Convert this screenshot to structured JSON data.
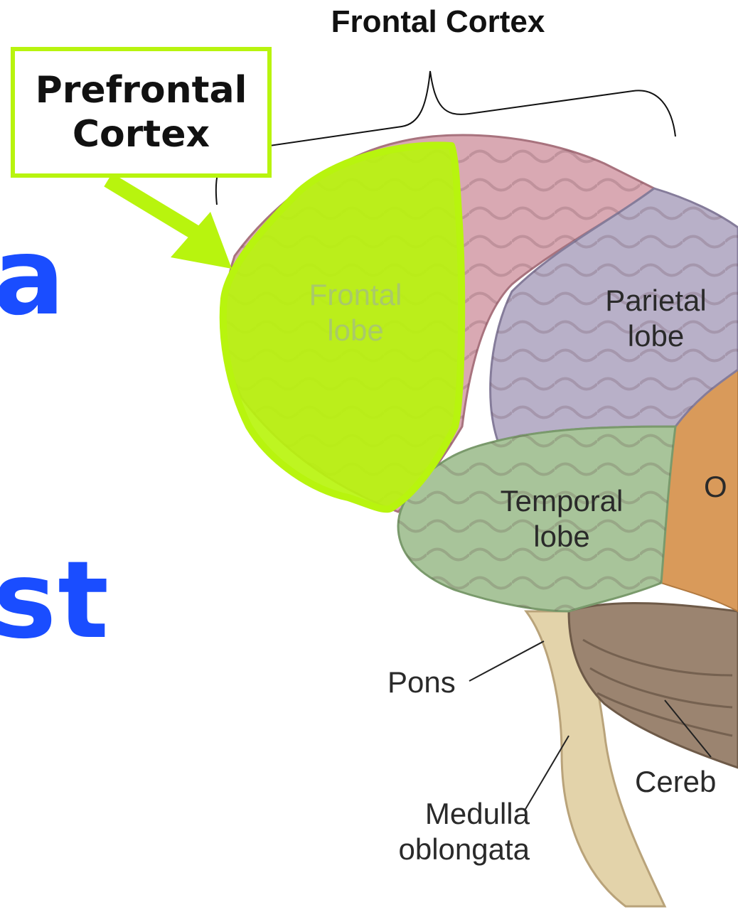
{
  "background_text": {
    "fragment_1": "a",
    "fragment_2": "st"
  },
  "brace_label": "Frontal Cortex",
  "callout_label": "Prefrontal Cortex",
  "brain_labels": {
    "frontal_lobe": "Frontal lobe",
    "parietal_lobe": "Parietal lobe",
    "temporal_lobe": "Temporal lobe",
    "occipital_partial": "O",
    "pons": "Pons",
    "medulla": "Medulla oblongata",
    "cerebellum_partial": "Cereb"
  },
  "colors": {
    "highlight": "#b8f40e",
    "large_text": "#1a4dff",
    "frontal_lobe": "#d9a9b3",
    "parietal_lobe": "#b8b0c8",
    "temporal_lobe": "#a8c49a",
    "occipital_lobe": "#d99a5a",
    "cerebellum": "#9b8470",
    "brainstem": "#e3d3aa"
  }
}
